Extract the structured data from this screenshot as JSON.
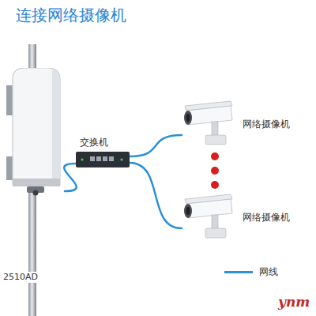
{
  "diagram": {
    "title": "连接网络摄像机",
    "nodes": [
      {
        "text": [
          "2510AD"
        ]
      },
      {
        "text": [
          "交换机"
        ]
      },
      {
        "text": [
          "网络摄像机"
        ]
      },
      {
        "text": [
          "网络摄像机"
        ]
      }
    ],
    "edges": [
      {
        "from": 0,
        "to": 1,
        "arrow": "none"
      },
      {
        "from": 1,
        "to": 2,
        "arrow": "none"
      },
      {
        "from": 1,
        "to": 3,
        "arrow": "none"
      }
    ],
    "labels": [
      "ynm"
    ],
    "legend": [
      {
        "text": "网线"
      }
    ]
  }
}
